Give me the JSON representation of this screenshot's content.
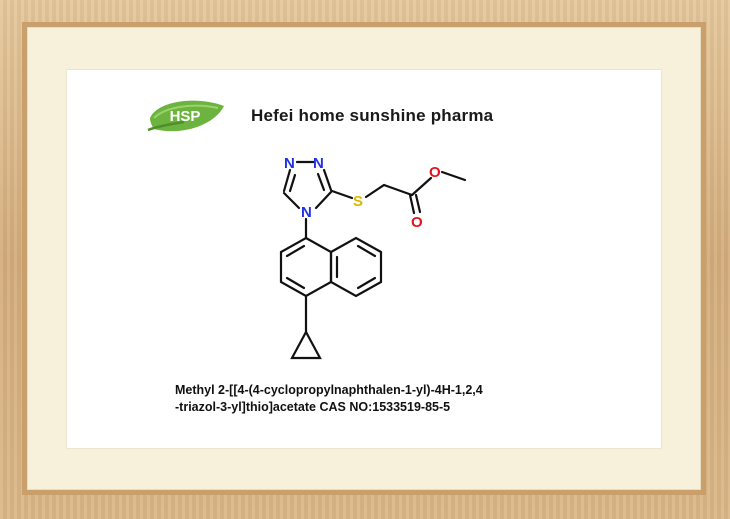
{
  "brand": {
    "logo_text": "HSP",
    "company_name": "Hefei home sunshine pharma",
    "colors": {
      "leaf": "#6cb33f",
      "leaf_dark": "#4e8f2a",
      "logo_text": "#ffffff"
    }
  },
  "molecule": {
    "atoms": {
      "n1": "N",
      "n2": "N",
      "n4": "N",
      "s": "S",
      "o_ester": "O",
      "o_carbonyl": "O"
    },
    "colors": {
      "nitrogen": "#1f32e6",
      "sulfur": "#d9b800",
      "oxygen": "#e0141e",
      "bond": "#111111"
    }
  },
  "caption": {
    "line1": "Methyl 2-[[4-(4-cyclopropylnaphthalen-1-yl)-4H-1,2,4",
    "line2": "-triazol-3-yl]thio]acetate CAS NO:1533519-85-5"
  }
}
